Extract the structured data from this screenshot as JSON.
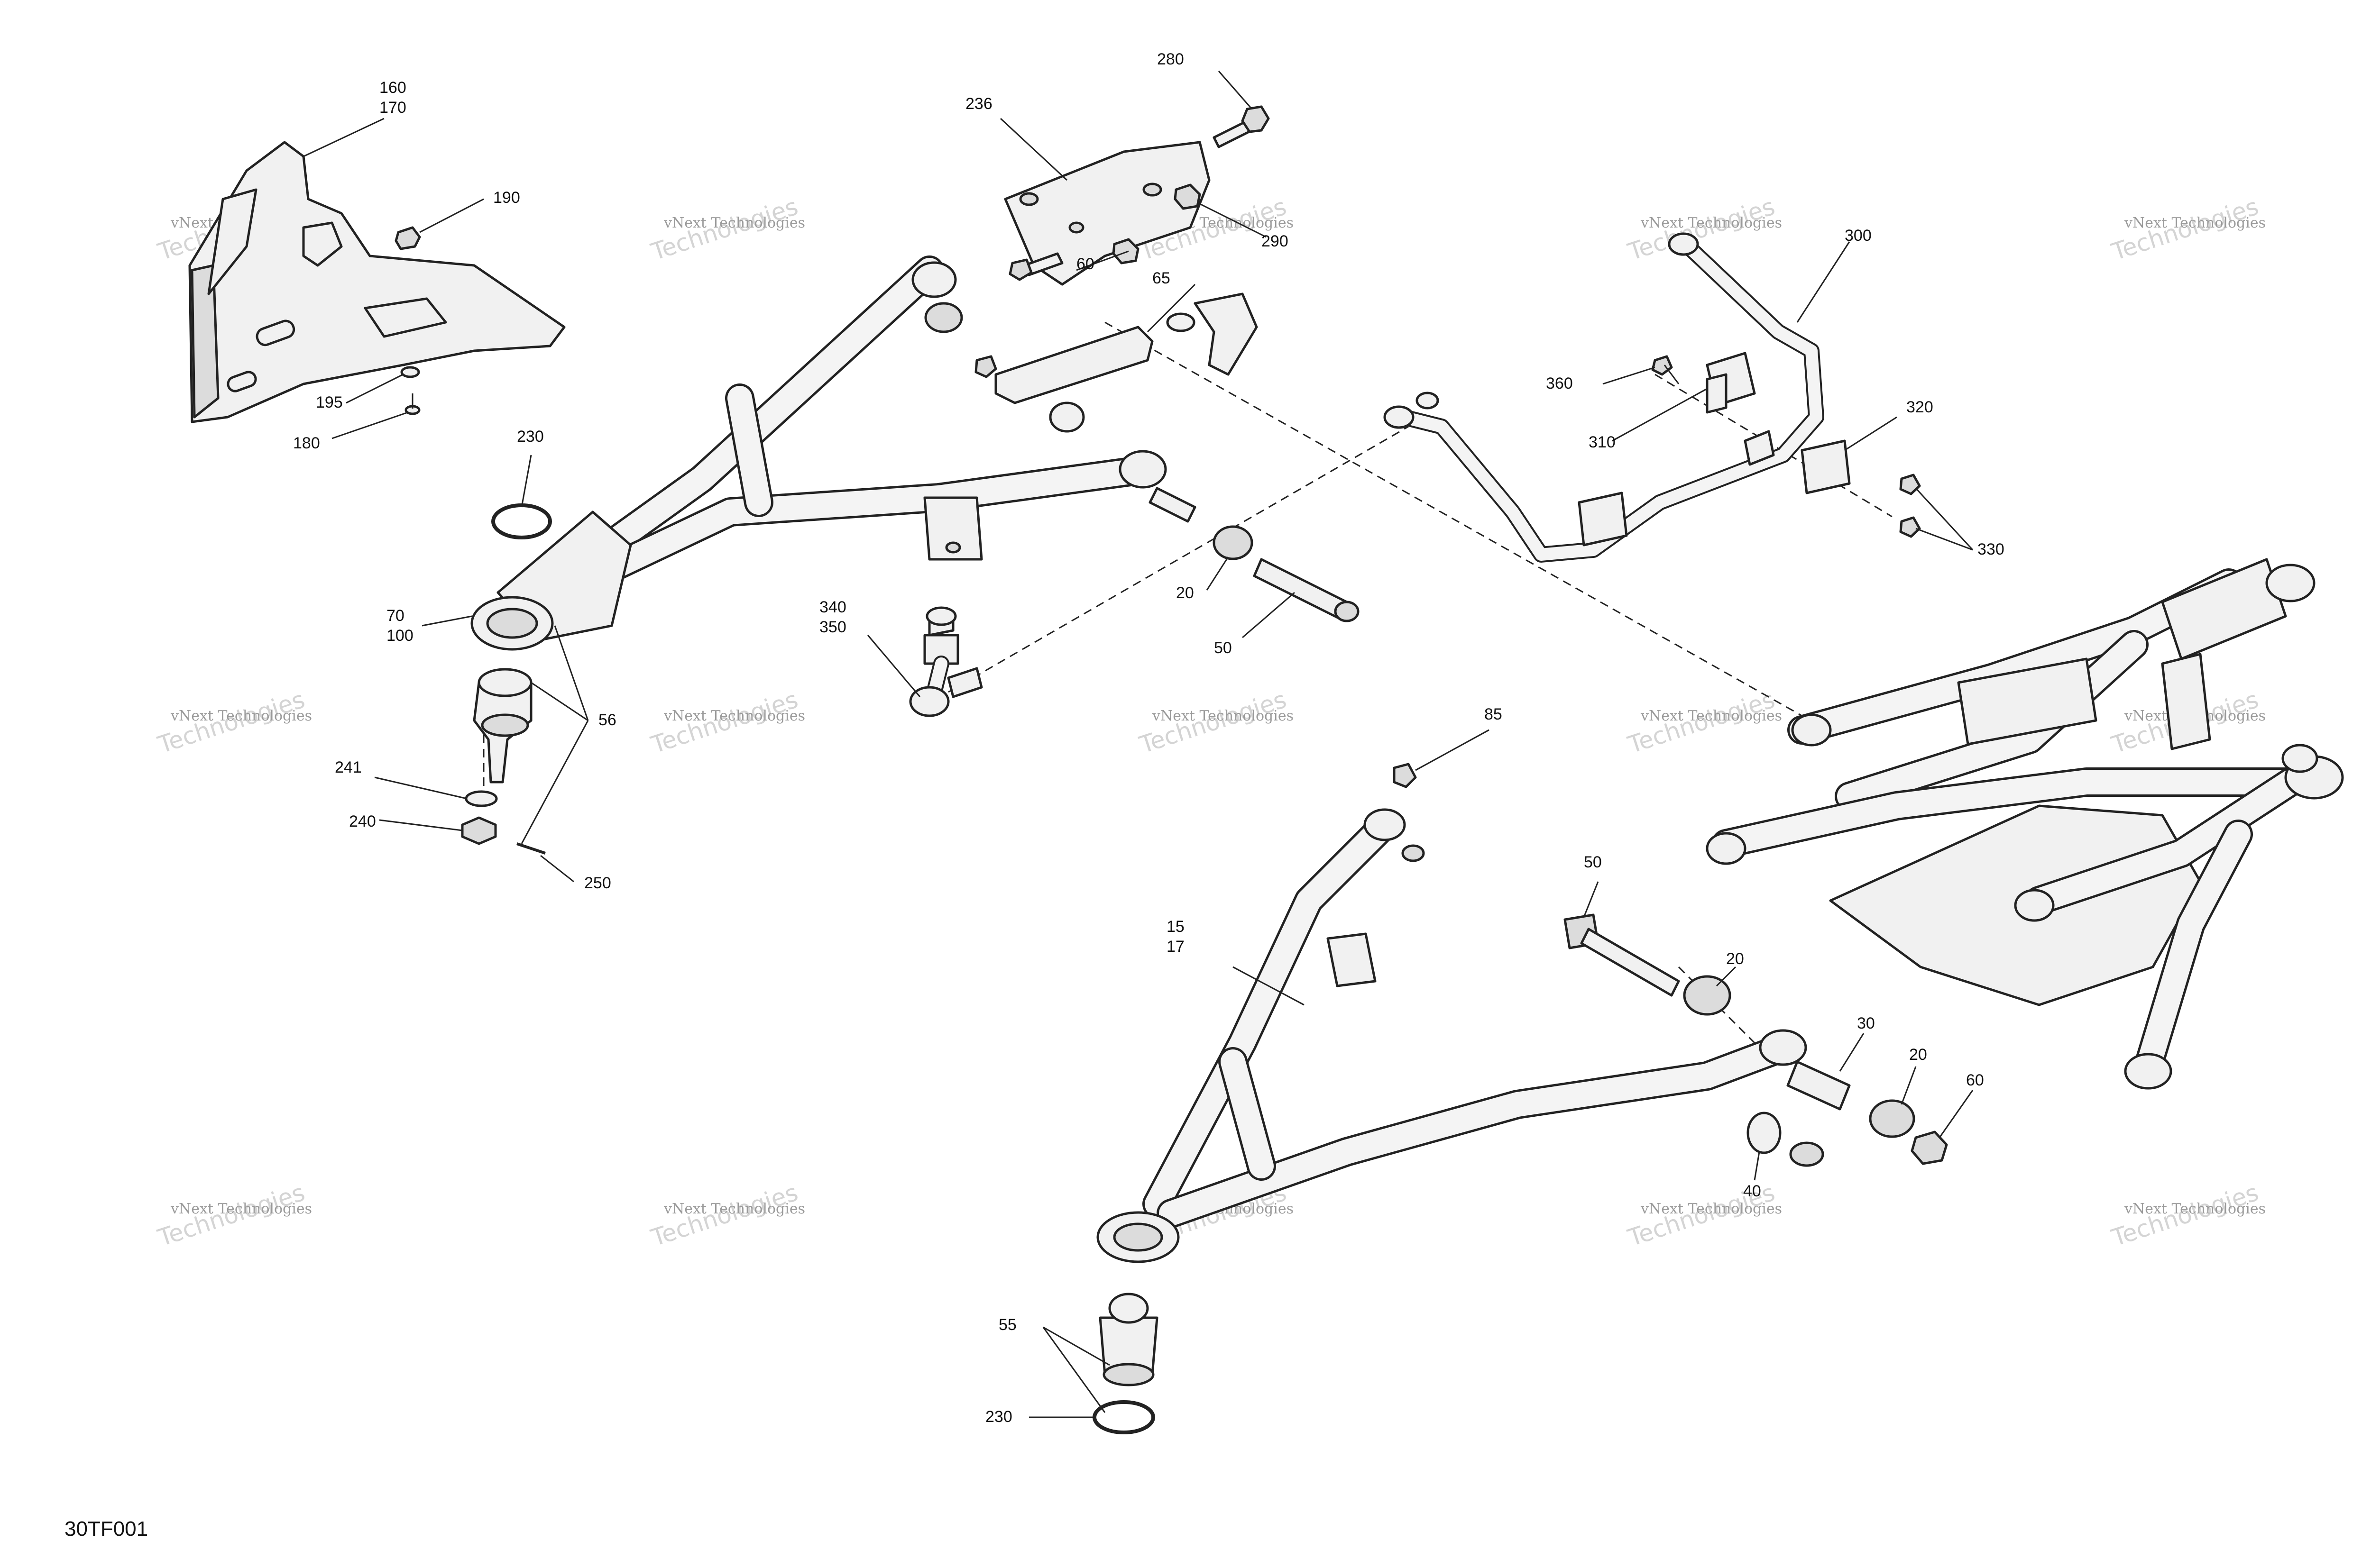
{
  "diagram": {
    "code": "30TF001",
    "watermark": {
      "line1": "vNext Technologies",
      "line2": "Technologies"
    },
    "callouts": {
      "c160": "160",
      "c170": "170",
      "c190": "190",
      "c195": "195",
      "c180": "180",
      "c236": "236",
      "c280": "280",
      "c290": "290",
      "c60a": "60",
      "c65": "65",
      "c230a": "230",
      "c70": "70",
      "c100": "100",
      "c56": "56",
      "c241": "241",
      "c240": "240",
      "c250": "250",
      "c340": "340",
      "c350": "350",
      "c20a": "20",
      "c50a": "50",
      "c300": "300",
      "c360": "360",
      "c310": "310",
      "c320": "320",
      "c330": "330",
      "c85": "85",
      "c15": "15",
      "c17": "17",
      "c50b": "50",
      "c20b": "20",
      "c30": "30",
      "c20c": "20",
      "c60b": "60",
      "c40": "40",
      "c55": "55",
      "c230b": "230"
    }
  }
}
